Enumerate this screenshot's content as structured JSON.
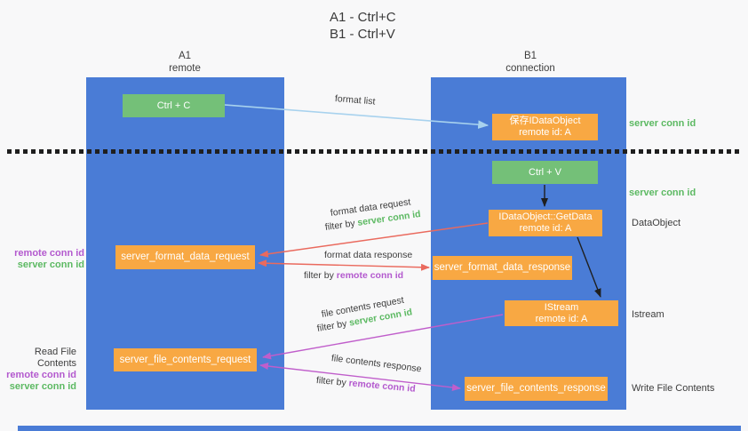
{
  "title": {
    "line1": "A1 - Ctrl+C",
    "line2": "B1 - Ctrl+V"
  },
  "lifelines": {
    "a1": {
      "title": "A1",
      "subtitle": "remote"
    },
    "b1": {
      "title": "B1",
      "subtitle": "connection"
    }
  },
  "nodes": {
    "ctrl_c": "Ctrl + C",
    "ctrl_v": "Ctrl + V",
    "save_dataobject_line1": "保存IDataObject",
    "save_dataobject_line2": "remote id: A",
    "getdata_line1": "IDataObject::GetData",
    "getdata_line2": "remote id: A",
    "istream_line1": "IStream",
    "istream_line2": "remote id: A",
    "format_request": "server_format_data_request",
    "format_response": "server_format_data_response",
    "file_request": "server_file_contents_request",
    "file_response": "server_file_contents_response"
  },
  "arrow_labels": {
    "format_list": "format list",
    "format_data_request": "format data request",
    "format_data_response": "format data response",
    "file_contents_request": "file contents request",
    "file_contents_response": "file contents response",
    "filter_by": "filter by",
    "server_conn_id": "server conn id",
    "remote_conn_id": "remote conn id"
  },
  "right_labels": {
    "server_conn_id_1": "server conn id",
    "server_conn_id_2": "server conn id",
    "dataobject": "DataObject",
    "istream": "Istream",
    "write_file_contents": "Write File Contents"
  },
  "left_labels": {
    "remote_conn_id_1": "remote conn id",
    "server_conn_id_1": "server conn id",
    "read_file_contents": "Read File Contents",
    "remote_conn_id_2": "remote conn id",
    "server_conn_id_2": "server conn id"
  },
  "colors": {
    "lifeline_blue": "#4a7cd6",
    "node_green": "#74c078",
    "node_orange": "#f8a843",
    "arrow_red": "#ea6a5e",
    "arrow_magenta": "#c05ecb",
    "arrow_lightblue": "#a8d2ee",
    "arrow_black": "#1f1f1f",
    "label_green": "#5cb962",
    "label_purple": "#b359ce"
  }
}
